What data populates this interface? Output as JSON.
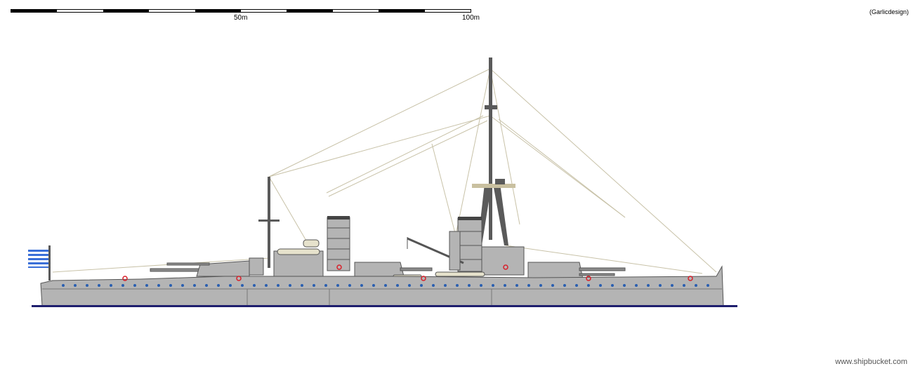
{
  "scale": {
    "label_mid": "50m",
    "label_end": "100m",
    "segment_colors": [
      "#000000",
      "#ffffff",
      "#000000",
      "#ffffff",
      "#000000",
      "#ffffff",
      "#000000",
      "#ffffff",
      "#000000",
      "#ffffff"
    ]
  },
  "credit": "(Garlicdesign)",
  "watermark": "www.shipbucket.com",
  "colors": {
    "hull": "#b4b4b4",
    "hull_dark": "#8c8c8c",
    "waterline": "#1e1e6e",
    "rigging": "#c8c2a8",
    "boat": "#e6e2cc",
    "porthole": "#2a5fb0",
    "flag_blue": "#3a6fd8",
    "lifebuoy": "#d8202a"
  }
}
